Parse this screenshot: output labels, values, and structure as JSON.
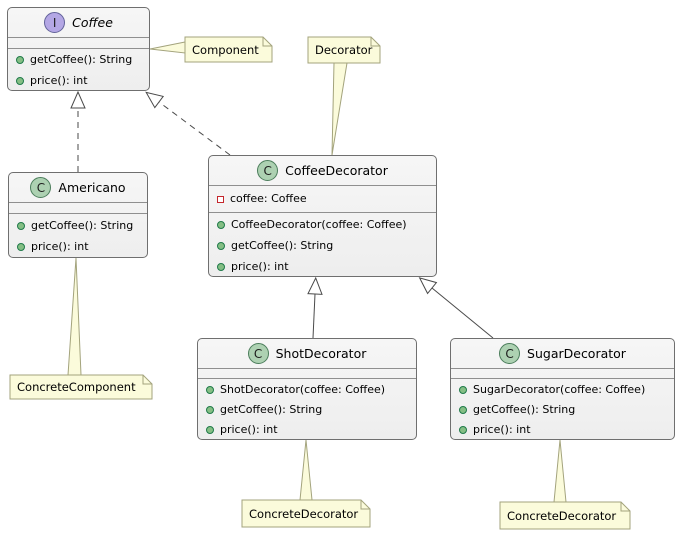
{
  "diagram": {
    "type": "uml-class-diagram",
    "pattern": "Decorator"
  },
  "classes": {
    "coffee": {
      "kind": "interface",
      "icon_letter": "I",
      "name": "Coffee",
      "fields": [],
      "method_visibility": "public",
      "methods": [
        "getCoffee(): String",
        "price(): int"
      ]
    },
    "americano": {
      "kind": "class",
      "icon_letter": "C",
      "name": "Americano",
      "fields": [],
      "method_visibility": "public",
      "methods": [
        "getCoffee(): String",
        "price(): int"
      ]
    },
    "coffee_decorator": {
      "kind": "class",
      "icon_letter": "C",
      "name": "CoffeeDecorator",
      "field_visibility": "private",
      "fields": [
        "coffee: Coffee"
      ],
      "method_visibility": "public",
      "methods": [
        "CoffeeDecorator(coffee: Coffee)",
        "getCoffee(): String",
        "price(): int"
      ]
    },
    "shot_decorator": {
      "kind": "class",
      "icon_letter": "C",
      "name": "ShotDecorator",
      "fields": [],
      "method_visibility": "public",
      "methods": [
        "ShotDecorator(coffee: Coffee)",
        "getCoffee(): String",
        "price(): int"
      ]
    },
    "sugar_decorator": {
      "kind": "class",
      "icon_letter": "C",
      "name": "SugarDecorator",
      "fields": [],
      "method_visibility": "public",
      "methods": [
        "SugarDecorator(coffee: Coffee)",
        "getCoffee(): String",
        "price(): int"
      ]
    }
  },
  "notes": {
    "component": "Component",
    "decorator": "Decorator",
    "concrete_component": "ConcreteComponent",
    "concrete_decorator_left": "ConcreteDecorator",
    "concrete_decorator_right": "ConcreteDecorator"
  },
  "relationships": [
    {
      "from": "Americano",
      "to": "Coffee",
      "type": "realization",
      "line": "dashed",
      "arrow": "hollow-triangle"
    },
    {
      "from": "CoffeeDecorator",
      "to": "Coffee",
      "type": "realization",
      "line": "dashed",
      "arrow": "hollow-triangle"
    },
    {
      "from": "ShotDecorator",
      "to": "CoffeeDecorator",
      "type": "extension",
      "line": "solid",
      "arrow": "hollow-triangle"
    },
    {
      "from": "SugarDecorator",
      "to": "CoffeeDecorator",
      "type": "extension",
      "line": "solid",
      "arrow": "hollow-triangle"
    }
  ],
  "note_attachments": [
    {
      "note": "Component",
      "target": "Coffee"
    },
    {
      "note": "Decorator",
      "target": "CoffeeDecorator"
    },
    {
      "note": "ConcreteComponent",
      "target": "Americano"
    },
    {
      "note": "ConcreteDecorator",
      "target": "ShotDecorator"
    },
    {
      "note": "ConcreteDecorator",
      "target": "SugarDecorator"
    }
  ],
  "colors": {
    "class_fill": "#F1F1F1",
    "class_border": "#6F6F6F",
    "interface_circle_fill": "#B4A7E5",
    "class_circle_fill": "#ADD1B2",
    "note_fill": "#FBFBDB",
    "note_border": "#A3A37C",
    "public_method_dot": "#84BE84",
    "private_field_square": "#C4262C",
    "edge_stroke": "#4A4A4A",
    "background": "#FFFFFF"
  }
}
